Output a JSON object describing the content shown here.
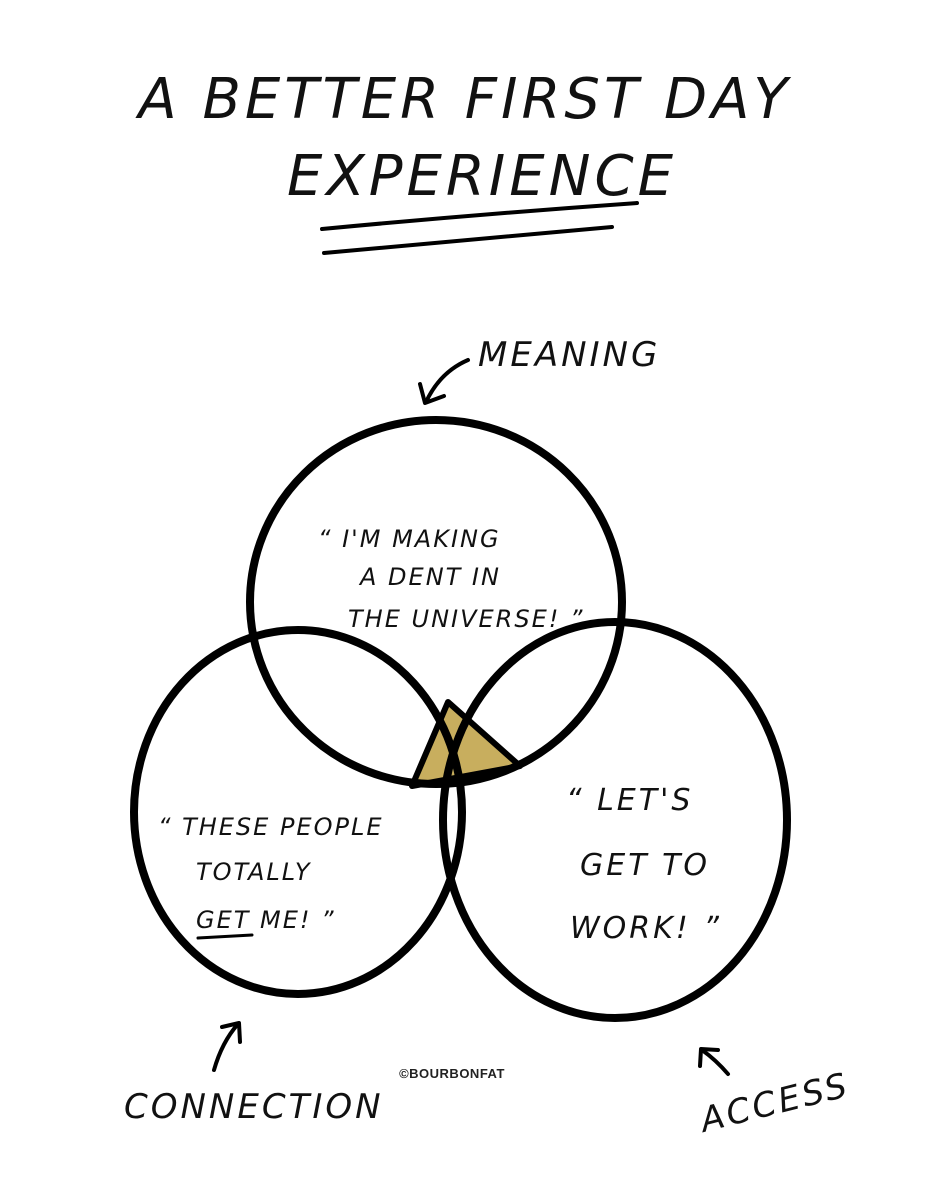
{
  "title": {
    "line1": "A Better First Day",
    "line2": "Experience"
  },
  "circles": {
    "top": {
      "label": "Meaning",
      "quote_lines": [
        "“ I'm making",
        "a dent in",
        "the universe! ”"
      ]
    },
    "left": {
      "label": "Connection",
      "quote_lines": [
        "“ These people",
        "totally",
        "get me! ”"
      ],
      "emphasis": "get"
    },
    "right": {
      "label": "Access",
      "quote_lines": [
        "“ Let's",
        "get to",
        "work! ”"
      ]
    }
  },
  "center_color": "#C8AE5E",
  "credit": "©BOURBONFAT"
}
